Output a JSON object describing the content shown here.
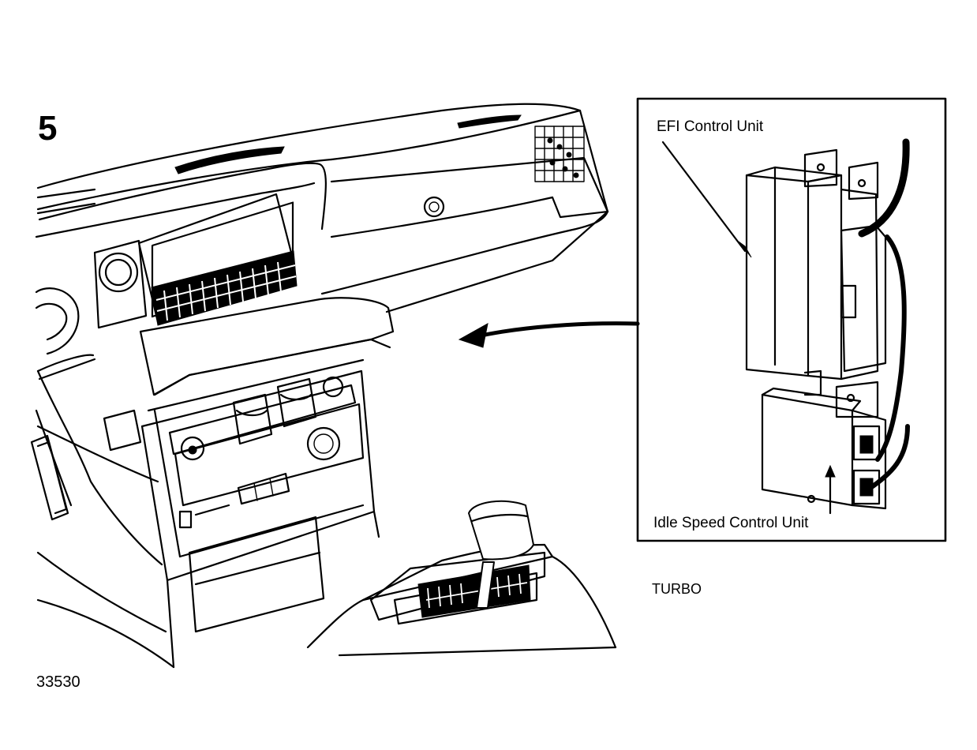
{
  "figure": {
    "number": "5",
    "reference_code": "33530",
    "variant_label": "TURBO"
  },
  "inset": {
    "efi_label": "EFI Control Unit",
    "isc_label": "Idle Speed Control Unit"
  },
  "icons": {
    "arrow": "arrow-left-icon",
    "dashboard": "dashboard-drawing",
    "ecu": "control-unit-drawing"
  },
  "colors": {
    "ink": "#000000",
    "paper": "#ffffff"
  }
}
